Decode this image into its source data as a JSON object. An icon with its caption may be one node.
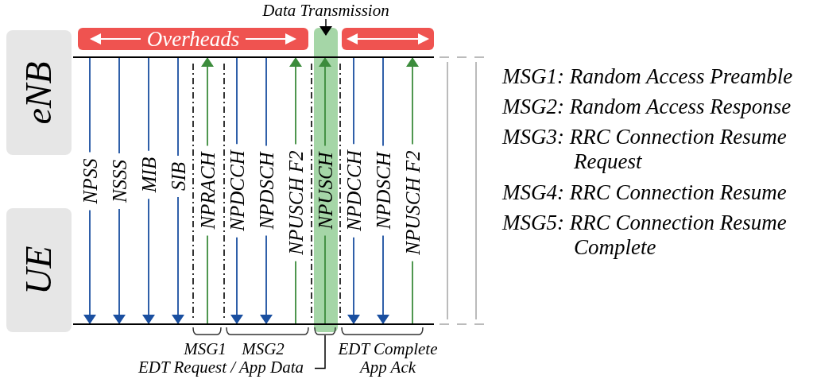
{
  "diagram": {
    "nodes": [
      {
        "text": [
          "eNB"
        ]
      },
      {
        "text": [
          "UE"
        ]
      },
      {
        "text": [],
        "shape": "bar"
      },
      {
        "text": [],
        "shape": "bar"
      },
      {
        "text": [
          "Overheads"
        ]
      },
      {
        "text": [],
        "shape": "bar"
      },
      {
        "text": [
          "Data Transmission"
        ]
      },
      {
        "text": [],
        "shape": "bracket"
      },
      {
        "text": [
          "EDT Request / App Data"
        ]
      }
    ],
    "edges": [
      {
        "from": 2,
        "to": 3,
        "arrow": "to",
        "label": "NPSS"
      },
      {
        "from": 2,
        "to": 3,
        "arrow": "to",
        "label": "NSSS"
      },
      {
        "from": 2,
        "to": 3,
        "arrow": "to",
        "label": "MIB"
      },
      {
        "from": 2,
        "to": 3,
        "arrow": "to",
        "label": "SIB"
      },
      {
        "from": 3,
        "to": 2,
        "arrow": "to",
        "label": "NPRACH",
        "color": "#3c8c3c"
      },
      {
        "from": 2,
        "to": 3,
        "arrow": "to",
        "label": "NPDCCH"
      },
      {
        "from": 2,
        "to": 3,
        "arrow": "to",
        "label": "NPDSCH"
      },
      {
        "from": 3,
        "to": 2,
        "arrow": "to",
        "label": "NPUSCH F2",
        "color": "#3c8c3c"
      },
      {
        "from": 3,
        "to": 2,
        "arrow": "to",
        "label": "NPUSCH",
        "color": "#3c8c3c"
      },
      {
        "from": 2,
        "to": 3,
        "arrow": "to",
        "label": "NPDCCH"
      },
      {
        "from": 2,
        "to": 3,
        "arrow": "to",
        "label": "NPDSCH"
      },
      {
        "from": 3,
        "to": 2,
        "arrow": "to",
        "label": "NPUSCH F2",
        "color": "#3c8c3c"
      },
      {
        "from": 6,
        "to": null,
        "arrow": "to",
        "color": "#000000"
      },
      {
        "from": 8,
        "to": 7,
        "arrow": "none",
        "color": "#000000"
      }
    ],
    "labels": [
      "MSG1",
      "MSG2",
      "EDT Complete App Ack",
      "MSG1: Random Access Preamble",
      "MSG2: Random Access Response",
      "MSG3: RRC Connection Resume Request",
      "MSG4: RRC Connection Resume",
      "MSG5: RRC Connection Resume Complete"
    ]
  }
}
